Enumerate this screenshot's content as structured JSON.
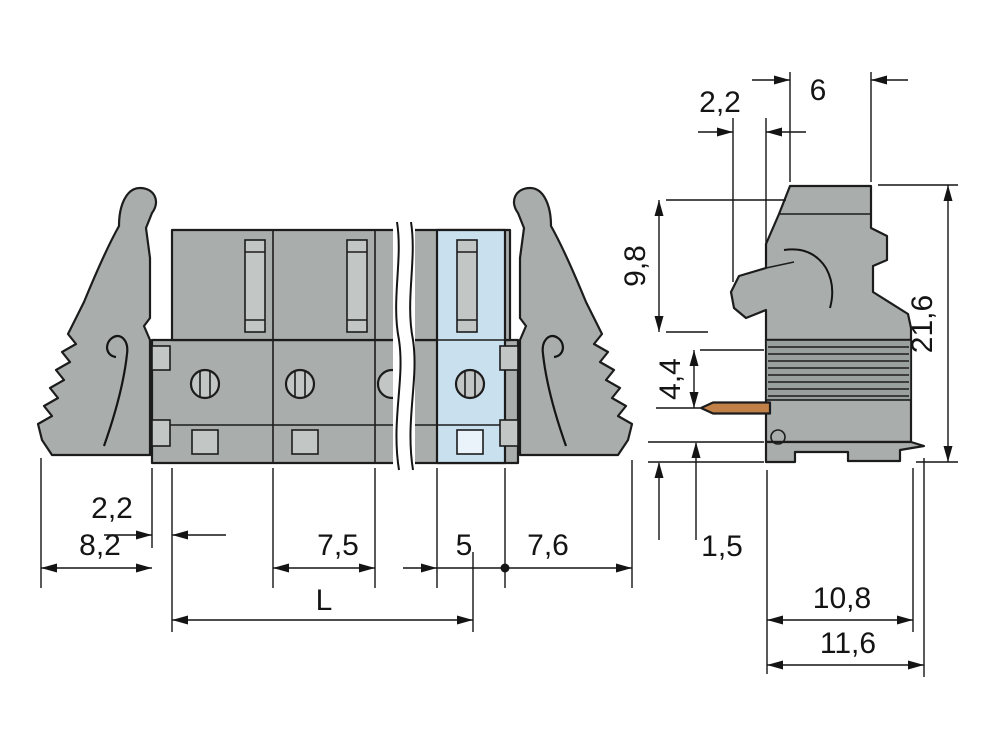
{
  "drawing": {
    "type": "connector-dimension-drawing"
  },
  "colors": {
    "body": "#a9aeac",
    "body_shade": "#9aa09e",
    "detail_fill": "#c2c7c5",
    "highlight": "#c9e1ef",
    "highlight_detail": "#e9f3f9",
    "pin": "#c28049",
    "outline": "#1c1c1c",
    "background": "#ffffff"
  },
  "front_view": {
    "dim_2_2": "2,2",
    "dim_8_2": "8,2",
    "dim_7_5": "7,5",
    "dim_5": "5",
    "dim_7_6": "7,6",
    "dim_L": "L"
  },
  "side_view": {
    "dim_2_2": "2,2",
    "dim_6": "6",
    "dim_9_8": "9,8",
    "dim_4_4": "4,4",
    "dim_21_6": "21,6",
    "dim_1_5": "1,5",
    "dim_10_8": "10,8",
    "dim_11_6": "11,6"
  }
}
